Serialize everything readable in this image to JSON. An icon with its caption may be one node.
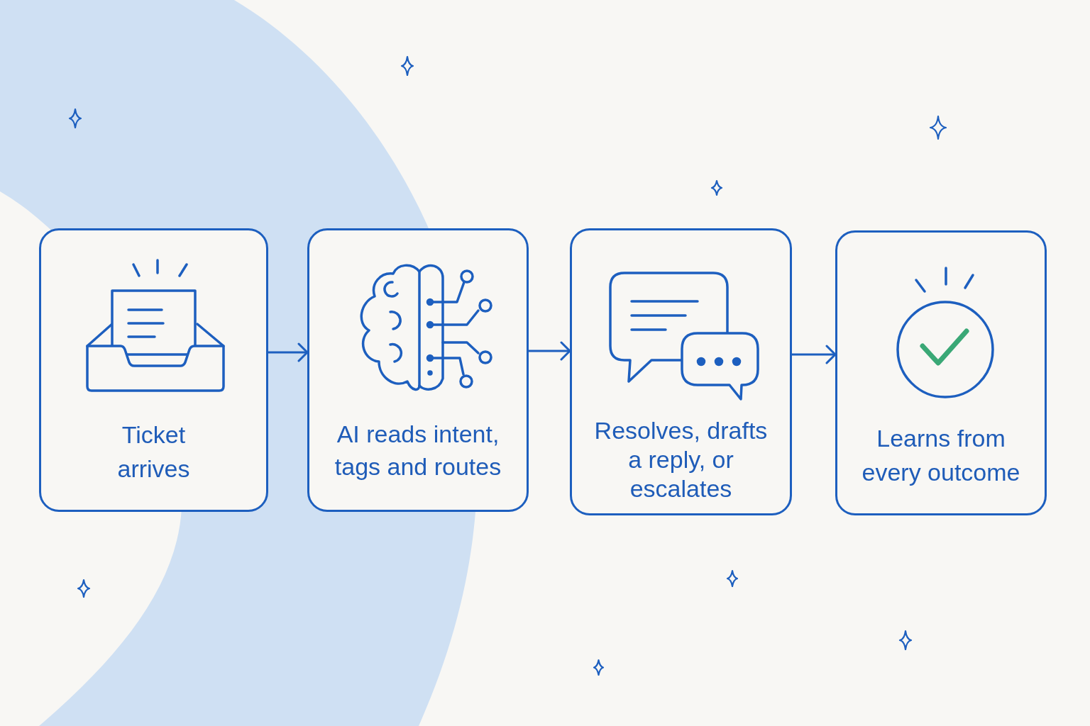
{
  "diagram": {
    "nodes": [
      {
        "text": [
          "Ticket arrives"
        ]
      },
      {
        "text": [
          "AI reads intent, tags and routes"
        ]
      },
      {
        "text": [
          "Resolves, drafts a reply, or escalates"
        ]
      },
      {
        "text": [
          "Learns from every outcome"
        ]
      }
    ],
    "edges": [
      {
        "from": 0,
        "to": 1,
        "arrow": "to"
      },
      {
        "from": 1,
        "to": 2,
        "arrow": "to"
      },
      {
        "from": 2,
        "to": 3,
        "arrow": "to"
      }
    ]
  }
}
